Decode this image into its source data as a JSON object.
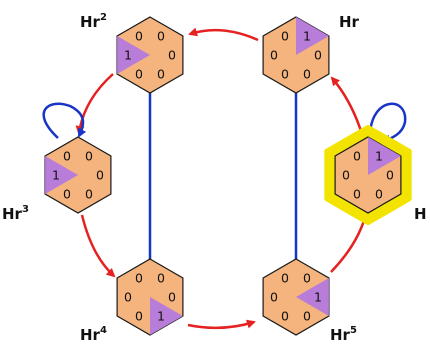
{
  "colors": {
    "hex_fill": "#F5B47E",
    "hex_stroke": "#1A1A1A",
    "tri_fill": "#B77DD9",
    "cycle_arrow": "#E52121",
    "loop_arrow": "#1935C8",
    "pair_line": "#1935C8",
    "highlight": "#F2E400"
  },
  "nodes": [
    {
      "id": "Hr2",
      "label_base": "Hr",
      "label_exp": "2",
      "highlighted": false,
      "self_loop": false,
      "labels": [
        "0",
        "0",
        "0",
        "0",
        "1",
        "0"
      ],
      "marked": 4
    },
    {
      "id": "Hr",
      "label_base": "Hr",
      "label_exp": "",
      "highlighted": false,
      "self_loop": false,
      "labels": [
        "1",
        "0",
        "0",
        "0",
        "0",
        "0"
      ],
      "marked": 0
    },
    {
      "id": "Hr3",
      "label_base": "Hr",
      "label_exp": "3",
      "highlighted": false,
      "self_loop": true,
      "labels": [
        "0",
        "0",
        "0",
        "0",
        "1",
        "0"
      ],
      "marked": 4
    },
    {
      "id": "H",
      "label_base": "H",
      "label_exp": "",
      "highlighted": true,
      "self_loop": true,
      "labels": [
        "1",
        "0",
        "0",
        "0",
        "0",
        "0"
      ],
      "marked": 0
    },
    {
      "id": "Hr4",
      "label_base": "Hr",
      "label_exp": "4",
      "highlighted": false,
      "self_loop": false,
      "labels": [
        "0",
        "0",
        "1",
        "0",
        "0",
        "0"
      ],
      "marked": 2
    },
    {
      "id": "Hr5",
      "label_base": "Hr",
      "label_exp": "5",
      "highlighted": false,
      "self_loop": false,
      "labels": [
        "0",
        "1",
        "0",
        "0",
        "0",
        "0"
      ],
      "marked": 1
    }
  ]
}
